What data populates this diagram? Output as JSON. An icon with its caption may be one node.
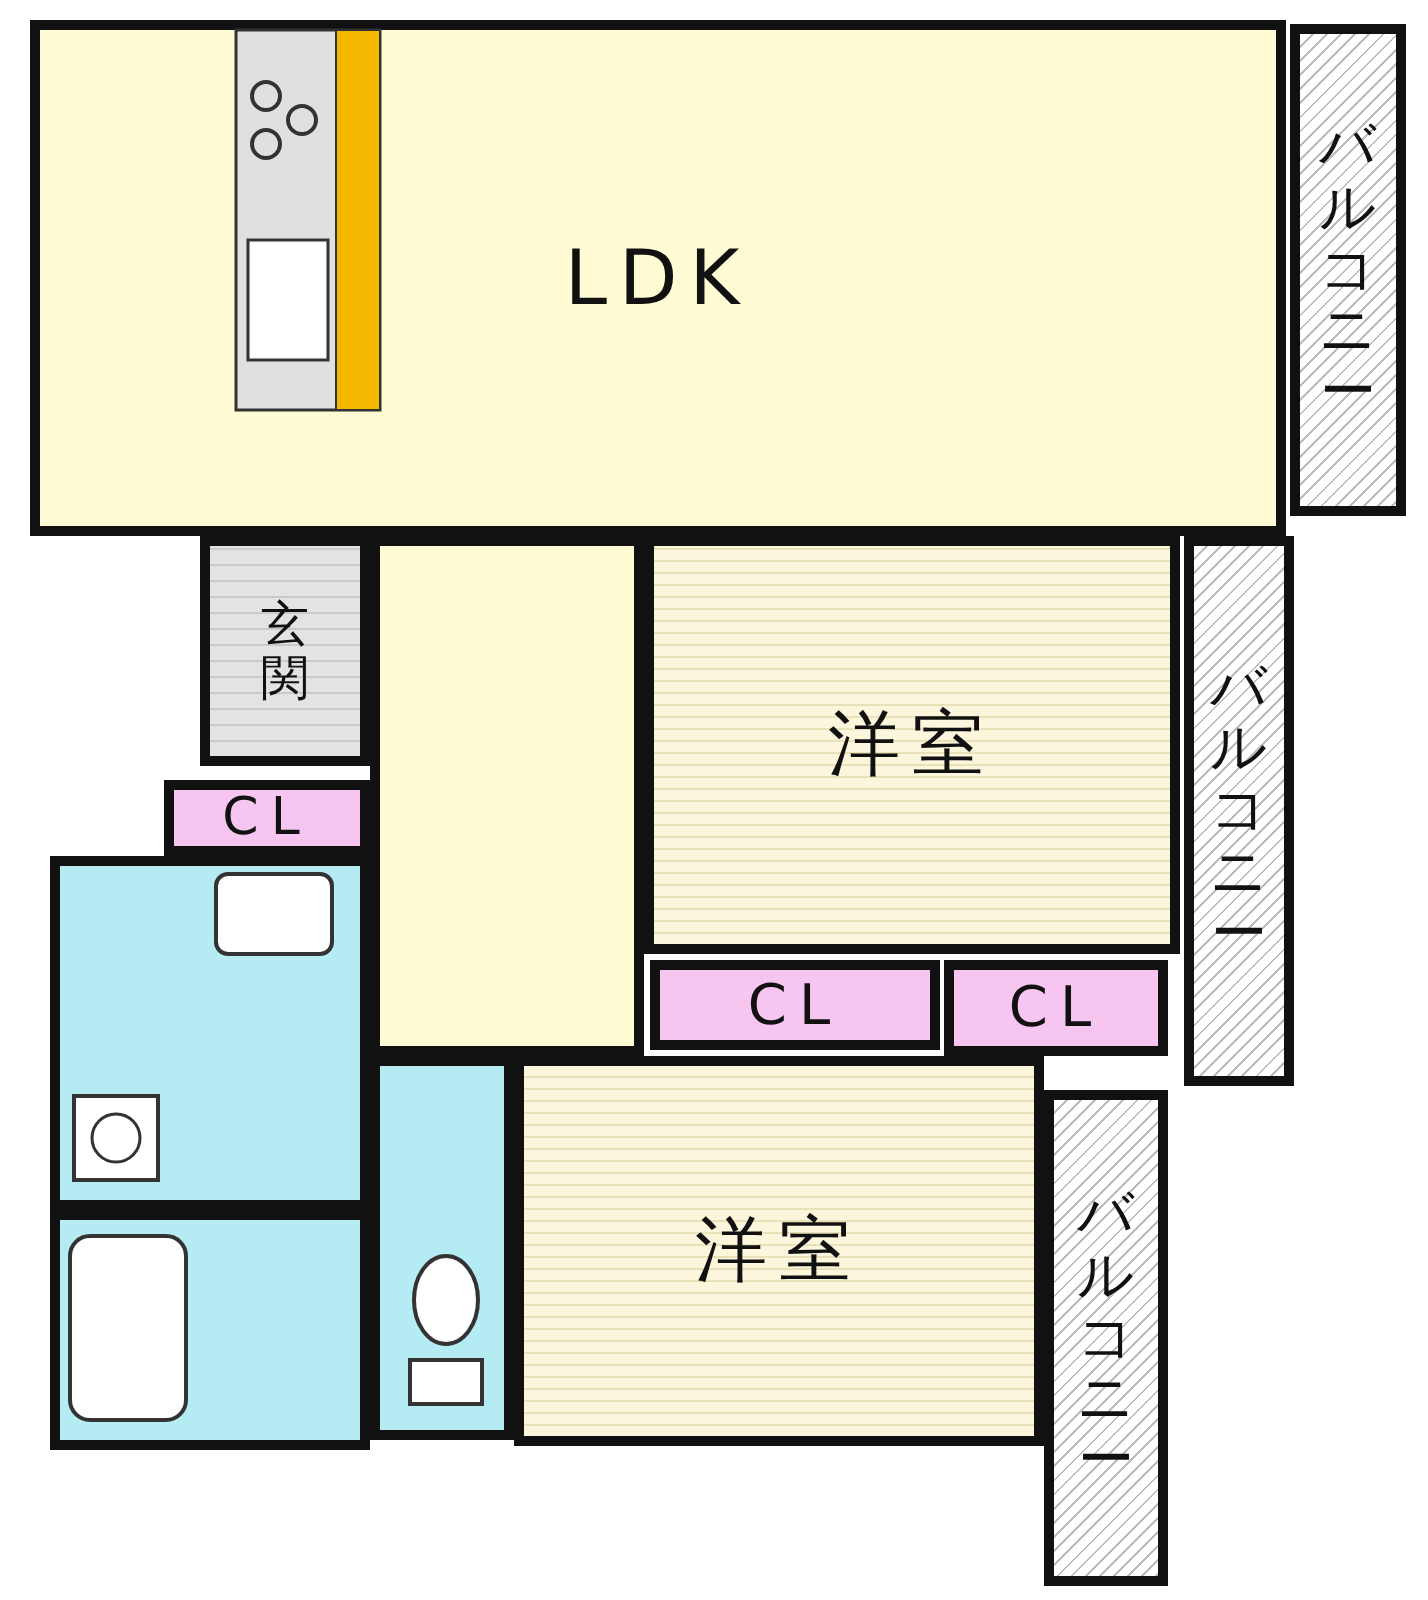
{
  "diagram": {
    "nodes": [
      {
        "text": [
          "LDK"
        ]
      },
      {
        "text": [
          "バルコニー"
        ]
      },
      {
        "text": [
          "玄関"
        ]
      },
      {
        "text": [
          "洋室"
        ]
      },
      {
        "text": [
          "バルコニー"
        ]
      },
      {
        "text": [
          "CL"
        ]
      },
      {
        "text": [
          "CL"
        ]
      },
      {
        "text": [
          "CL"
        ]
      },
      {
        "text": [
          "洋室"
        ]
      },
      {
        "text": [
          "バルコニー"
        ]
      },
      {
        "text": [],
        "shape": "box"
      },
      {
        "text": [],
        "shape": "box"
      },
      {
        "text": [],
        "shape": "box"
      },
      {
        "text": [],
        "shape": "box"
      }
    ],
    "edges": []
  }
}
